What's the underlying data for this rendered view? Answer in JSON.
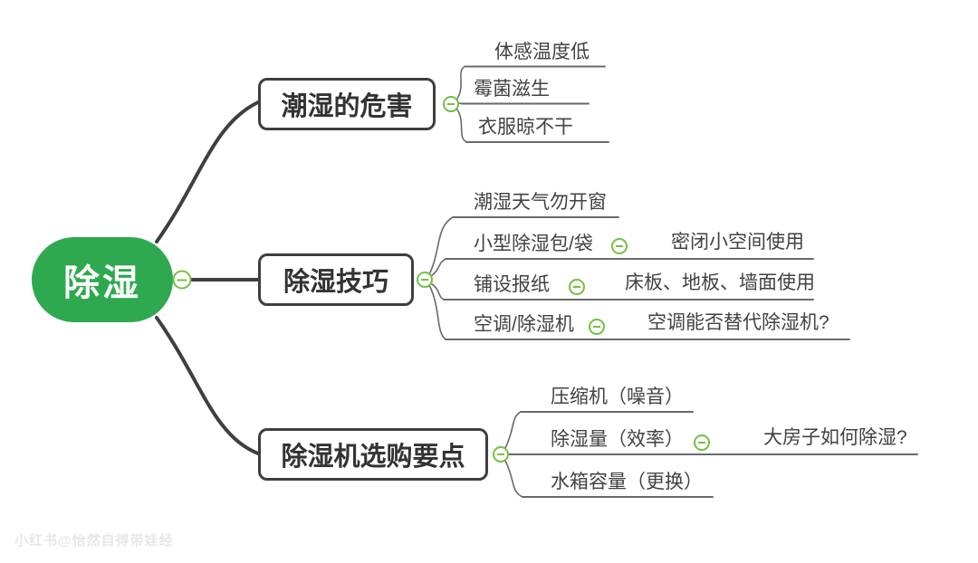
{
  "watermark": "小红书@怡然自得带娃经",
  "root": {
    "label": "除湿"
  },
  "branches": [
    {
      "label": "潮湿的危害",
      "children": [
        {
          "label": "体感温度低"
        },
        {
          "label": "霉菌滋生"
        },
        {
          "label": "衣服晾不干"
        }
      ]
    },
    {
      "label": "除湿技巧",
      "children": [
        {
          "label": "潮湿天气勿开窗"
        },
        {
          "label": "小型除湿包/袋",
          "child": "密闭小空间使用"
        },
        {
          "label": "铺设报纸",
          "child": "床板、地板、墙面使用"
        },
        {
          "label": "空调/除湿机",
          "child": "空调能否替代除湿机?"
        }
      ]
    },
    {
      "label": "除湿机选购要点",
      "children": [
        {
          "label": "压缩机（噪音）"
        },
        {
          "label": "除湿量（效率）",
          "child": "大房子如何除湿?"
        },
        {
          "label": "水箱容量（更换）"
        }
      ]
    }
  ],
  "colors": {
    "root_fill": "#2EA94F",
    "collapse_green": "#74C043",
    "line_dark": "#3F3F3F",
    "line_gray": "#6A6A6A"
  }
}
